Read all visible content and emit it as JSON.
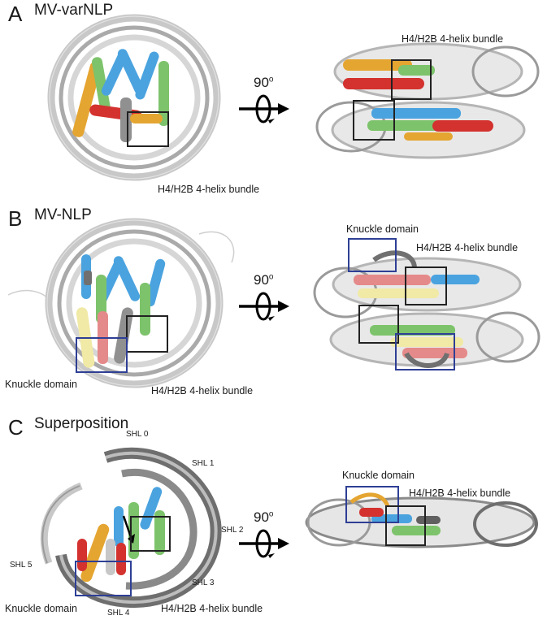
{
  "panels": [
    {
      "letter": "A",
      "title": "MV-varNLP",
      "rotation": "90",
      "rotation_sup": "o",
      "labels": {
        "helix_bundle_left": "H4/H2B 4-helix bundle",
        "helix_bundle_right": "H4/H2B 4-helix bundle"
      }
    },
    {
      "letter": "B",
      "title": "MV-NLP",
      "rotation": "90",
      "rotation_sup": "o",
      "labels": {
        "knuckle_left": "Knuckle domain",
        "helix_bundle_left": "H4/H2B 4-helix bundle",
        "knuckle_right": "Knuckle domain",
        "helix_bundle_right": "H4/H2B 4-helix bundle"
      }
    },
    {
      "letter": "C",
      "title": "Superposition",
      "rotation": "90",
      "rotation_sup": "o",
      "labels": {
        "knuckle_left": "Knuckle domain",
        "helix_bundle_left": "H4/H2B 4-helix bundle",
        "knuckle_right": "Knuckle domain",
        "helix_bundle_right": "H4/H2B 4-helix bundle"
      },
      "shl_labels": [
        "SHL 0",
        "SHL 1",
        "SHL 2",
        "SHL 3",
        "SHL 4",
        "SHL 5"
      ]
    }
  ],
  "colors": {
    "dna": "#c8c8c8",
    "dna_dark": "#8a8a8a",
    "h3": "#4aa3df",
    "h4": "#7dc36b",
    "h2a": "#e5a531",
    "h2b": "#d3322f",
    "h2a_light": "#f1e9a6",
    "h2b_light": "#e58a8a",
    "linker": "#909090",
    "helix_box": "#222222",
    "knuckle_box": "#2e3f95"
  }
}
